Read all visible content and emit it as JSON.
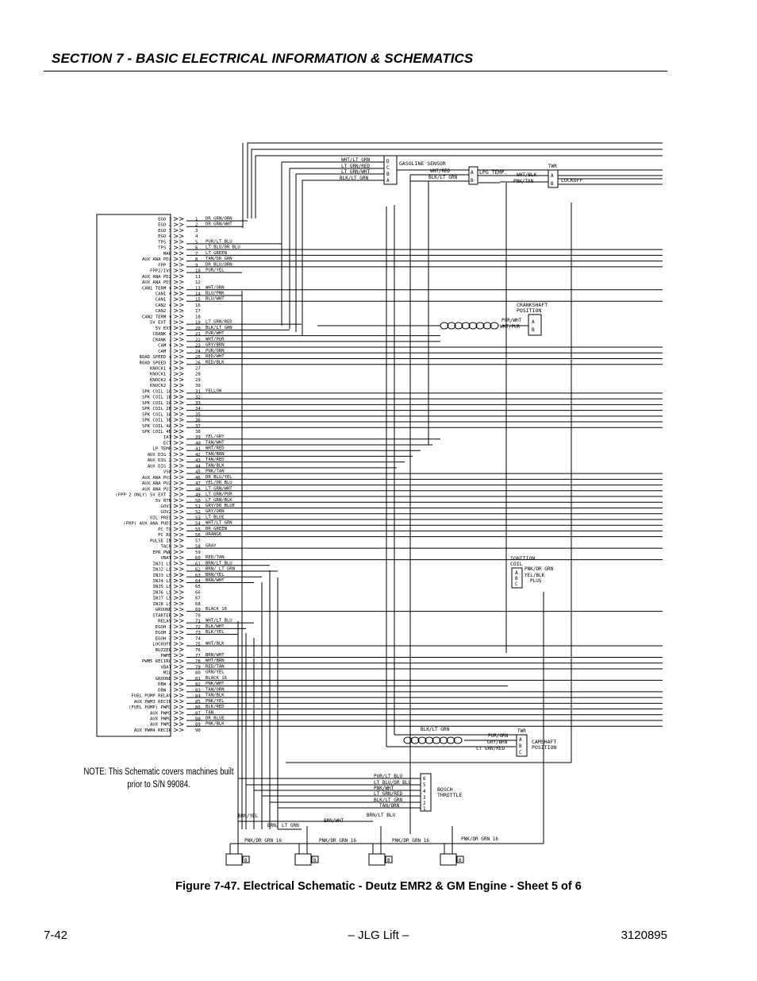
{
  "header": {
    "section_title": "SECTION 7 - BASIC ELECTRICAL INFORMATION & SCHEMATICS"
  },
  "note": {
    "line1": "NOTE: This Schematic covers machines built",
    "line2": "prior to S/N 99084."
  },
  "caption": "Figure 7-47.  Electrical Schematic - Deutz EMR2 & GM Engine - Sheet 5 of 6",
  "footer": {
    "page": "7-42",
    "center": "– JLG Lift –",
    "doc_number": "3120895"
  },
  "ecm": {
    "pins": [
      {
        "n": "1",
        "label": "EGO 1",
        "wire": "DR GRN/ORN"
      },
      {
        "n": "2",
        "label": "EGO 2",
        "wire": "DR GRN/WHT"
      },
      {
        "n": "3",
        "label": "EGO 3",
        "wire": ""
      },
      {
        "n": "4",
        "label": "EGO 4",
        "wire": ""
      },
      {
        "n": "5",
        "label": "TPS 1",
        "wire": "PUR/LT BLU"
      },
      {
        "n": "6",
        "label": "TPS 2",
        "wire": "LT BLU/DR BLU"
      },
      {
        "n": "7",
        "label": "MAP",
        "wire": "LT GREEN"
      },
      {
        "n": "8",
        "label": "AUX ANA PD1",
        "wire": "TAN/DR GRN"
      },
      {
        "n": "9",
        "label": "FPP 1",
        "wire": "DR BLU/ORN"
      },
      {
        "n": "10",
        "label": "FPP2/IVS",
        "wire": "PUR/YEL"
      },
      {
        "n": "11",
        "label": "AUX ANA PD2",
        "wire": ""
      },
      {
        "n": "12",
        "label": "AUX ANA PD3",
        "wire": ""
      },
      {
        "n": "13",
        "label": "CAN1 TERM +",
        "wire": "WHT/ORN"
      },
      {
        "n": "14",
        "label": "CAN1 +",
        "wire": "BLU/PNK"
      },
      {
        "n": "15",
        "label": "CAN1 -",
        "wire": "BLU/WHT"
      },
      {
        "n": "16",
        "label": "CAN2 +",
        "wire": ""
      },
      {
        "n": "17",
        "label": "CAN2 -",
        "wire": ""
      },
      {
        "n": "18",
        "label": "CAN2 TERM +",
        "wire": ""
      },
      {
        "n": "19",
        "label": "5V EXT 1",
        "wire": "LT GRN/RED"
      },
      {
        "n": "20",
        "label": "5V EXT",
        "wire": "BLK/LT GRN"
      },
      {
        "n": "21",
        "label": "CRANK +",
        "wire": "PUR/WHT"
      },
      {
        "n": "22",
        "label": "CRANK -",
        "wire": "WHT/PUR"
      },
      {
        "n": "23",
        "label": "CAM +",
        "wire": "GRY/BRN"
      },
      {
        "n": "24",
        "label": "CAM -",
        "wire": "PUR/ORN"
      },
      {
        "n": "25",
        "label": "ROAD SPEED +",
        "wire": "RED/WHT"
      },
      {
        "n": "26",
        "label": "ROAD SPEED -",
        "wire": "RED/BLK"
      },
      {
        "n": "27",
        "label": "KNOCK1 +",
        "wire": ""
      },
      {
        "n": "28",
        "label": "KNOCK1 -",
        "wire": ""
      },
      {
        "n": "29",
        "label": "KNOCK2 +",
        "wire": ""
      },
      {
        "n": "30",
        "label": "KNOCK2 -",
        "wire": ""
      },
      {
        "n": "31",
        "label": "SPK COIL 1A",
        "wire": "YELLOW"
      },
      {
        "n": "32",
        "label": "SPK COIL 1B",
        "wire": ""
      },
      {
        "n": "33",
        "label": "SPK COIL 2A",
        "wire": ""
      },
      {
        "n": "34",
        "label": "SPK COIL 2B",
        "wire": ""
      },
      {
        "n": "35",
        "label": "SPK COIL 3A",
        "wire": ""
      },
      {
        "n": "36",
        "label": "SPK COIL 3B",
        "wire": ""
      },
      {
        "n": "37",
        "label": "SPK COIL 4A",
        "wire": ""
      },
      {
        "n": "38",
        "label": "SPK COIL 4B",
        "wire": ""
      },
      {
        "n": "39",
        "label": "IAT",
        "wire": "YEL/GRY"
      },
      {
        "n": "40",
        "label": "ECT",
        "wire": "TAN/WHT"
      },
      {
        "n": "41",
        "label": "LP TEMP",
        "wire": "WHT/RED"
      },
      {
        "n": "42",
        "label": "AUX DIG 1",
        "wire": "TAN/BRN"
      },
      {
        "n": "43",
        "label": "AUX DIG 2",
        "wire": "TAN/RED"
      },
      {
        "n": "44",
        "label": "AUX DIG 3",
        "wire": "TAN/BLK"
      },
      {
        "n": "45",
        "label": "VSW",
        "wire": "PNK/TAN"
      },
      {
        "n": "46",
        "label": "AUX ANA PU1",
        "wire": "DR BLU/YEL"
      },
      {
        "n": "47",
        "label": "AUX ANA PU2",
        "wire": "YEL/DR BLU"
      },
      {
        "n": "48",
        "label": "AUX ANA PU3",
        "wire": "LT GRN/WHT"
      },
      {
        "n": "49",
        "label": "(FPP 2 ONLY) 5V EXT 2",
        "wire": "LT GRN/PUR"
      },
      {
        "n": "50",
        "label": "5V RTN",
        "wire": "LT GRN/BLK"
      },
      {
        "n": "51",
        "label": "GOV1",
        "wire": "GRY/DR BLUE"
      },
      {
        "n": "52",
        "label": "GOV2",
        "wire": "GRY/ORN"
      },
      {
        "n": "53",
        "label": "OIL PRES",
        "wire": "LT BLUE"
      },
      {
        "n": "54",
        "label": "(FRP) AUX ANA PUD1",
        "wire": "WHT/LT GRN"
      },
      {
        "n": "55",
        "label": "PC TX",
        "wire": "DR GREEN"
      },
      {
        "n": "56",
        "label": "PC RX",
        "wire": "ORANGE"
      },
      {
        "n": "57",
        "label": "PULSE IN",
        "wire": ""
      },
      {
        "n": "58",
        "label": "TACH",
        "wire": "GRAY"
      },
      {
        "n": "59",
        "label": "EPR PWR",
        "wire": ""
      },
      {
        "n": "60",
        "label": "VBAT",
        "wire": "RED/TAN"
      },
      {
        "n": "61",
        "label": "INJ1 LS",
        "wire": "BRN/LT BLU"
      },
      {
        "n": "62",
        "label": "INJ2 LS",
        "wire": "BRN/ LT GRN"
      },
      {
        "n": "63",
        "label": "INJ3 LS",
        "wire": "BRN/YEL"
      },
      {
        "n": "64",
        "label": "INJ4 LS",
        "wire": "BRN/WHT"
      },
      {
        "n": "65",
        "label": "INJ5 LS",
        "wire": ""
      },
      {
        "n": "66",
        "label": "INJ6 LS",
        "wire": ""
      },
      {
        "n": "67",
        "label": "INJ7 LS",
        "wire": ""
      },
      {
        "n": "68",
        "label": "INJ8 LS",
        "wire": ""
      },
      {
        "n": "69",
        "label": "GROUND",
        "wire": "BLACK 16"
      },
      {
        "n": "70",
        "label": "STARTER",
        "wire": ""
      },
      {
        "n": "71",
        "label": "RELAY",
        "wire": "WHT/LT BLU"
      },
      {
        "n": "72",
        "label": "EGOH 1",
        "wire": "BLK/WHT"
      },
      {
        "n": "73",
        "label": "EGOH 2",
        "wire": "BLK/YEL"
      },
      {
        "n": "74",
        "label": "EGOH 3",
        "wire": ""
      },
      {
        "n": "75",
        "label": "LOCKOFF",
        "wire": "WHT/BLK"
      },
      {
        "n": "76",
        "label": "BUZZER",
        "wire": ""
      },
      {
        "n": "77",
        "label": "PWM5",
        "wire": "BRN/WHT"
      },
      {
        "n": "78",
        "label": "PWM5 RECIRC",
        "wire": "WHT/BRN"
      },
      {
        "n": "79",
        "label": "VBAT",
        "wire": "RED/TAN"
      },
      {
        "n": "80",
        "label": "MIL",
        "wire": "GRN/YEL"
      },
      {
        "n": "81",
        "label": "GROUND",
        "wire": "BLACK 16"
      },
      {
        "n": "82",
        "label": "DBW +",
        "wire": "PNK/WHT"
      },
      {
        "n": "83",
        "label": "DBW -",
        "wire": "TAN/ORN"
      },
      {
        "n": "84",
        "label": "FUEL PUMP RELAY",
        "wire": "TAN/BLK"
      },
      {
        "n": "85",
        "label": "AUX PWM3 RECIR",
        "wire": "PNK/YEL"
      },
      {
        "n": "86",
        "label": "(FUEL PUMP) PWM3",
        "wire": "BLK/RED"
      },
      {
        "n": "87",
        "label": "AUX PWM1",
        "wire": "TAN"
      },
      {
        "n": "88",
        "label": "AUX PWM2",
        "wire": "DR BLUE"
      },
      {
        "n": "89",
        "label": "AUX PWM3",
        "wire": "PNK/BLK"
      },
      {
        "n": "90",
        "label": "AUX PWM4 RECIR",
        "wire": ""
      }
    ]
  },
  "components": {
    "gasoline_sensor": {
      "name": "GASOLINE SENSOR",
      "pins": [
        "D",
        "C",
        "B",
        "A"
      ],
      "wires": [
        "WHT/LT GRN",
        "LT GRN/RED",
        "LT GRN/WHT",
        "BLK/LT GRN"
      ]
    },
    "lpg_temp": {
      "name": "LPG TEMP.",
      "pins": [
        "A",
        "B"
      ],
      "wires": [
        "WHT/RED",
        "BLK/LT GRN"
      ]
    },
    "lockoff": {
      "name": "LOCKOFF",
      "tag": "TWR",
      "pins": [
        "A",
        "B"
      ],
      "wires": [
        "WHT/BLK",
        "PNK/TAN"
      ]
    },
    "crankshaft": {
      "name": "CRANKSHAFT POSITION",
      "pins": [
        "A",
        "B"
      ],
      "wires": [
        "PUR/WHT",
        "WHT/PUR"
      ]
    },
    "ignition_coil": {
      "name": "IGNITION COIL",
      "pins": [
        "A",
        "B",
        "C"
      ],
      "wires": [
        "PNK/DR GRN",
        "YEL/BLK",
        "PLUS"
      ]
    },
    "camshaft": {
      "name": "CAMSHAFT POSITION",
      "tag": "TWR",
      "pins": [
        "A",
        "B",
        "C"
      ],
      "wires": [
        "BLK/LT GRN",
        "PUR/ORN",
        "GRY/BRN",
        "LT GRN/RED"
      ]
    },
    "bosch_throttle": {
      "name": "BOSCH THROTTLE",
      "pins": [
        "6",
        "5",
        "4",
        "3",
        "2",
        "1"
      ],
      "wires": [
        "PUR/LT BLU",
        "LT BLU/DR BLU",
        "PNK/WHT",
        "LT GRN/RED",
        "BLK/LT GRN",
        "TAN/ORN"
      ]
    },
    "injectors": {
      "top_wires": [
        "BRN/YEL",
        "BRN/ LT GRN",
        "BRN/WHT",
        "BRN/LT BLU"
      ],
      "bottom_wires": [
        "PNK/DR GRN 16",
        "PNK/DR GRN 16",
        "PNK/DR GRN 16",
        "PNK/DR GRN 16"
      ],
      "pin_label": "B"
    }
  }
}
